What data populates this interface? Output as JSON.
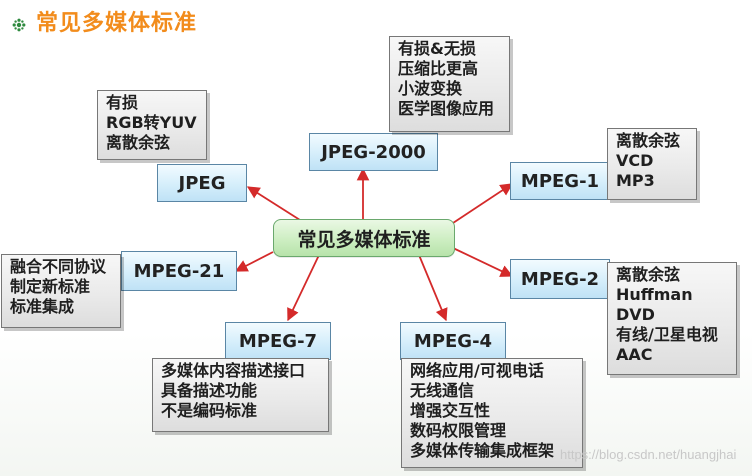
{
  "title": "常见多媒体标准",
  "center": "常见多媒体标准",
  "nodes": {
    "jpeg": {
      "label": "JPEG",
      "desc": [
        "有损",
        "RGB转YUV",
        "离散余弦"
      ]
    },
    "jpeg2000": {
      "label": "JPEG-2000",
      "desc": [
        "有损&无损",
        "压缩比更高",
        "小波变换",
        "医学图像应用"
      ]
    },
    "mpeg1": {
      "label": "MPEG-1",
      "desc": [
        "离散余弦",
        "VCD",
        "MP3"
      ]
    },
    "mpeg2": {
      "label": "MPEG-2",
      "desc": [
        "离散余弦",
        "Huffman",
        "DVD",
        "有线/卫星电视",
        "AAC"
      ]
    },
    "mpeg4": {
      "label": "MPEG-4",
      "desc": [
        "网络应用/可视电话",
        "无线通信",
        "增强交互性",
        "数码权限管理",
        "多媒体传输集成框架"
      ]
    },
    "mpeg7": {
      "label": "MPEG-7",
      "desc": [
        "多媒体内容描述接口",
        "具备描述功能",
        "不是编码标准"
      ]
    },
    "mpeg21": {
      "label": "MPEG-21",
      "desc": [
        "融合不同协议",
        "制定新标准",
        "标准集成"
      ]
    }
  },
  "watermark": "https://blog.csdn.net/huangjhai",
  "colors": {
    "title": "#f28c1c",
    "arrow": "#d42a2a",
    "center_fill": "#cdeec2",
    "node_fill": "#d5eefb",
    "desc_fill": "#eaeaea"
  },
  "icons": {
    "title_icon": "gear-flower-icon"
  }
}
